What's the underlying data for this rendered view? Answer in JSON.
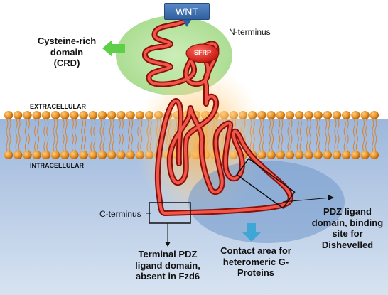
{
  "ligand": {
    "label": "WNT"
  },
  "sfrp": {
    "label": "SFRP"
  },
  "n_terminus": {
    "label": "N-terminus"
  },
  "crd": {
    "line1": "Cysteine-rich",
    "line2": "domain",
    "line3": "(CRD)"
  },
  "membrane": {
    "extracellular": "EXTRACELLULAR",
    "intracellular": "INTRACELLULAR"
  },
  "c_terminus": {
    "label": "C-terminus"
  },
  "terminal_pdz": {
    "line1": "Terminal PDZ",
    "line2": "ligand domain,",
    "line3": "absent in Fzd6"
  },
  "contact_area": {
    "line1": "Contact area for",
    "line2": "heteromeric G-Proteins"
  },
  "pdz_binding": {
    "line1": "PDZ ligand",
    "line2": "domain, binding",
    "line3": "site for",
    "line4": "Dishevelled"
  },
  "colors": {
    "extracellular_bg": "#ffffff",
    "intracellular_bg": "#a9c0df",
    "lipid_head": "#e08a1e",
    "receptor": "#d42b1f",
    "crd_glow": "#b9e3a2",
    "crd_arrow": "#5fcf4a",
    "contact_arrow": "#3fa7d6",
    "contact_region": "#7ea3cf",
    "wnt_box": "#3b6db0",
    "sfrp_ellipse": "#e31b14"
  }
}
